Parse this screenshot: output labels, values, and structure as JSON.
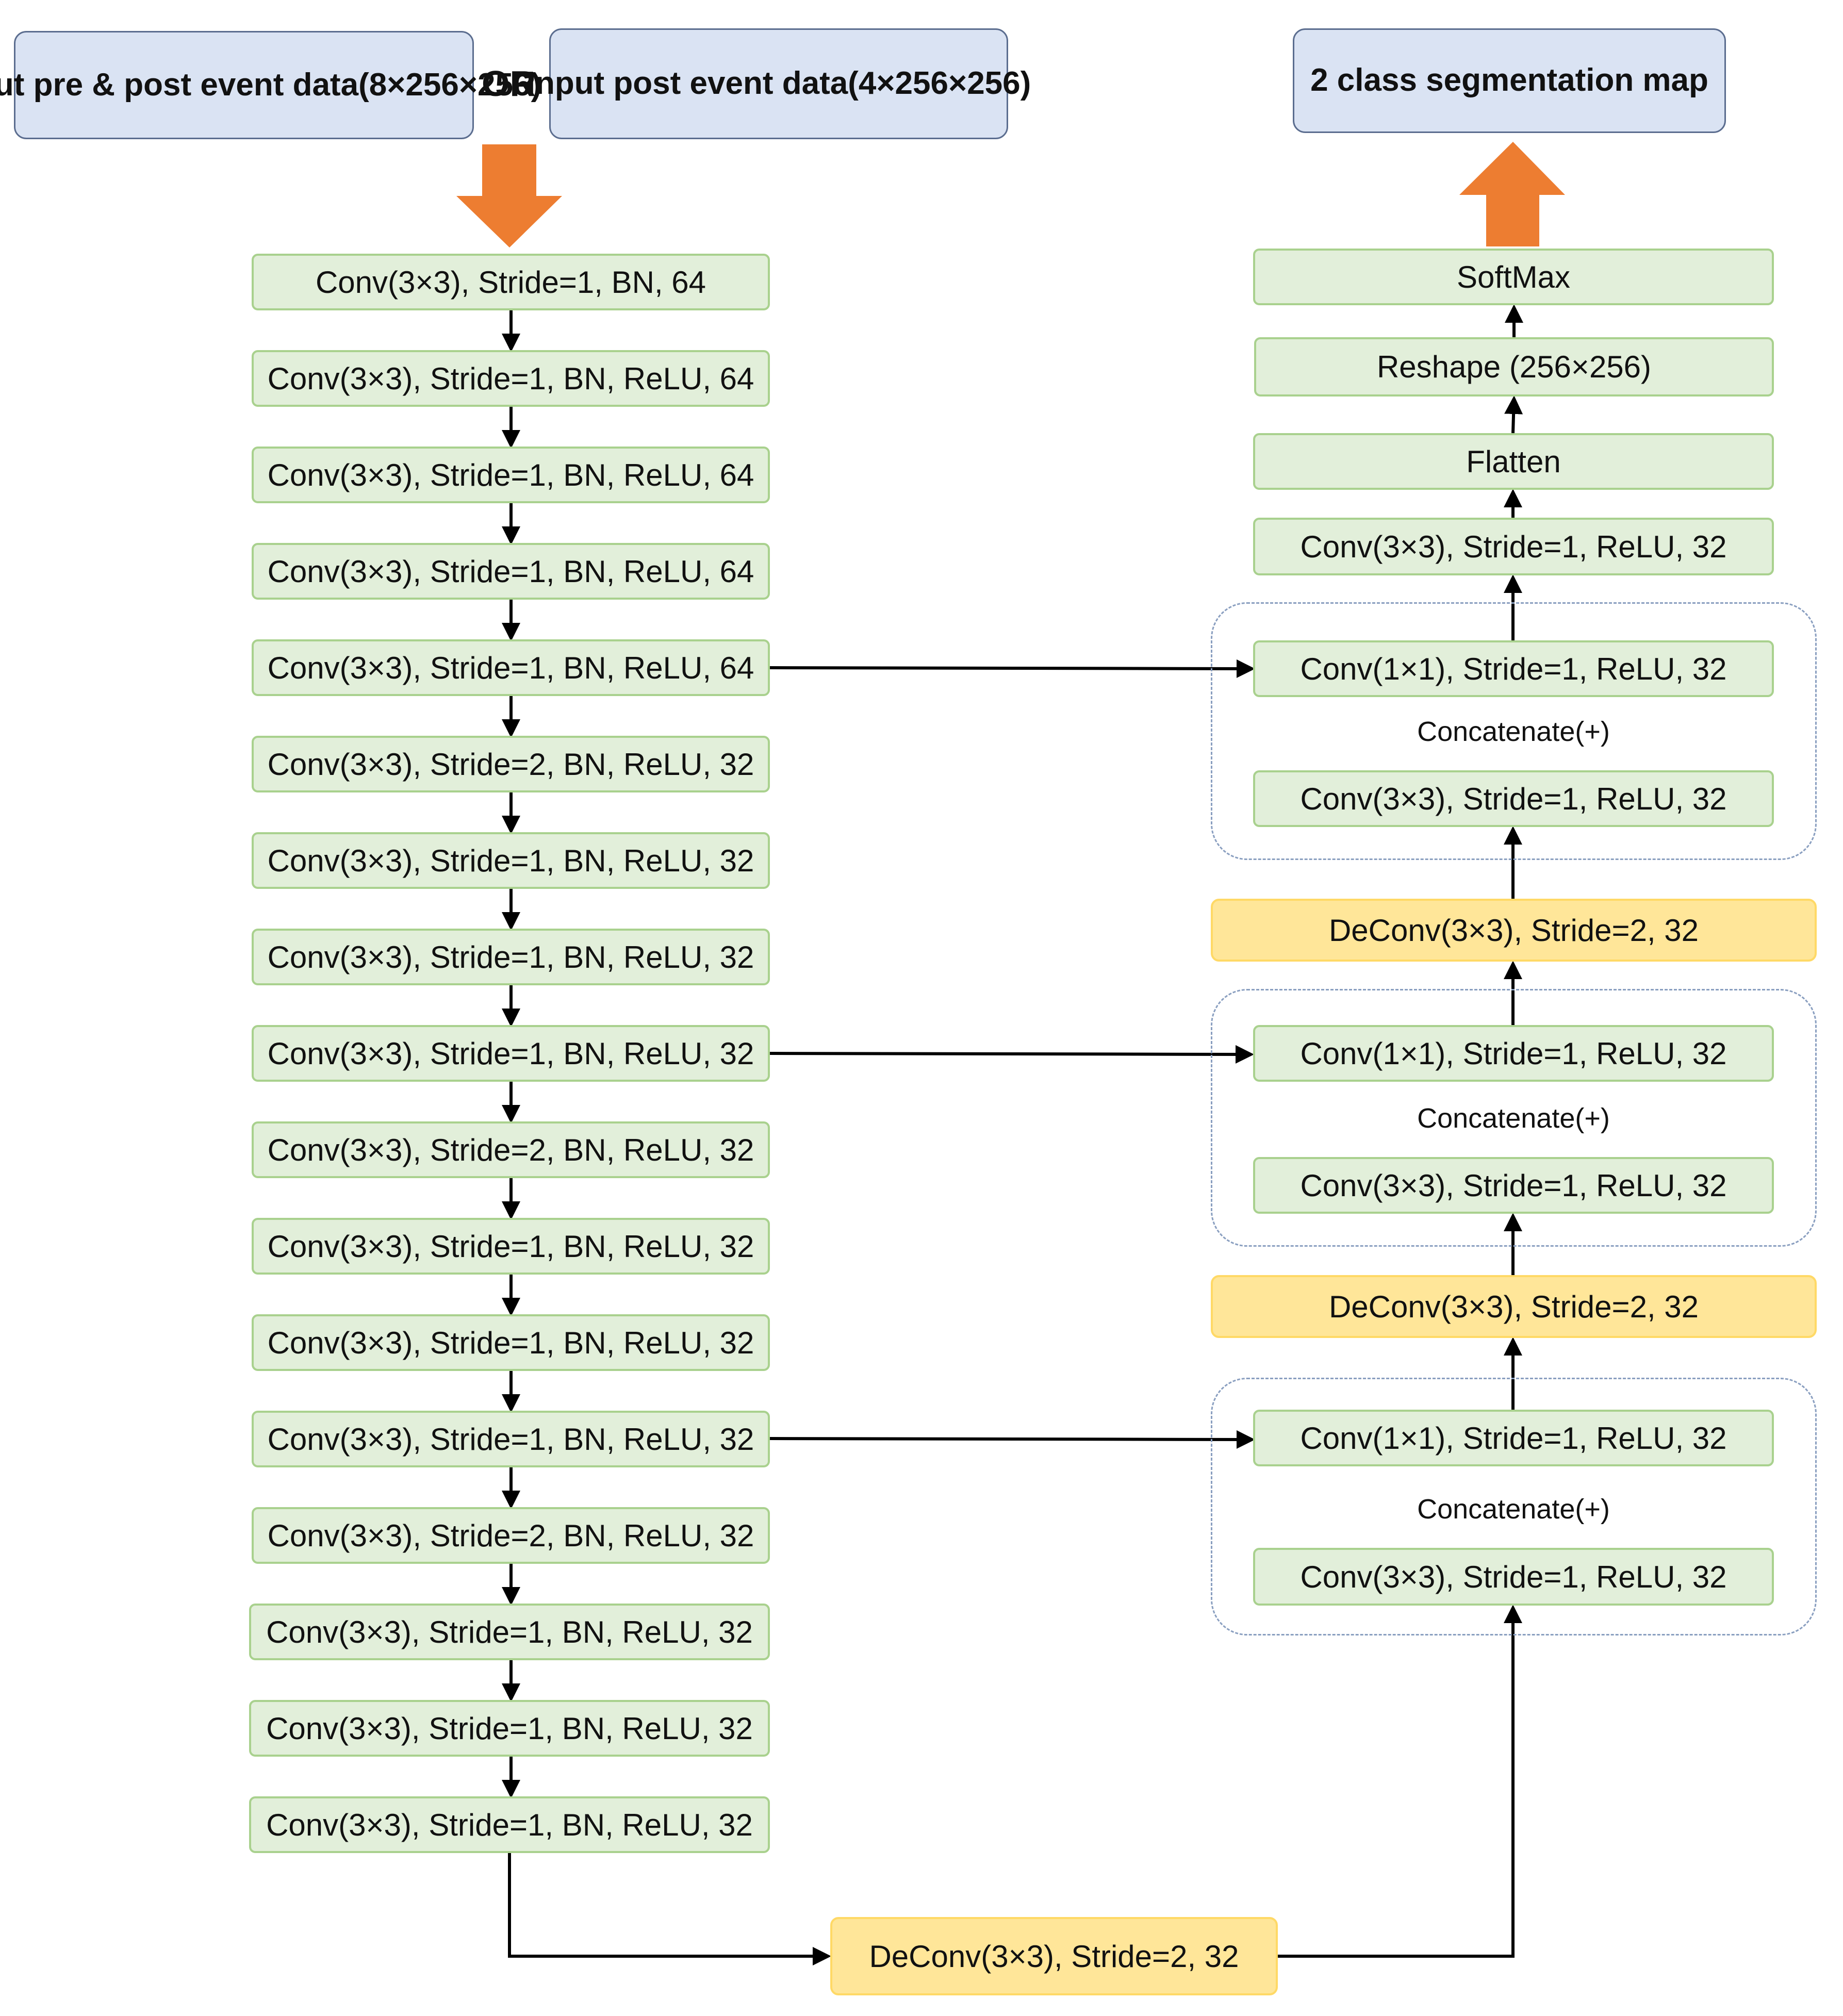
{
  "inputs": {
    "pre_post": [
      "Input pre & post event data",
      "(8×256×256)"
    ],
    "or": "OR",
    "post": [
      "Input post event data",
      "(4×256×256)"
    ]
  },
  "output": "2 class segmentation map",
  "encoder": [
    "Conv(3×3), Stride=1, BN, 64",
    "Conv(3×3), Stride=1, BN, ReLU, 64",
    "Conv(3×3), Stride=1, BN, ReLU, 64",
    "Conv(3×3), Stride=1, BN, ReLU, 64",
    "Conv(3×3), Stride=1, BN, ReLU, 64",
    "Conv(3×3), Stride=2, BN, ReLU, 32",
    "Conv(3×3), Stride=1, BN, ReLU, 32",
    "Conv(3×3), Stride=1, BN, ReLU, 32",
    "Conv(3×3), Stride=1, BN, ReLU, 32",
    "Conv(3×3), Stride=2, BN, ReLU, 32",
    "Conv(3×3), Stride=1, BN, ReLU, 32",
    "Conv(3×3), Stride=1, BN, ReLU, 32",
    "Conv(3×3), Stride=1, BN, ReLU, 32",
    "Conv(3×3), Stride=2, BN, ReLU, 32",
    "Conv(3×3), Stride=1, BN, ReLU, 32",
    "Conv(3×3), Stride=1, BN, ReLU, 32",
    "Conv(3×3), Stride=1, BN, ReLU, 32"
  ],
  "bottom_deconv": "DeConv(3×3), Stride=2, 32",
  "decoder_head": {
    "softmax": "SoftMax",
    "reshape": "Reshape (256×256)",
    "flatten": "Flatten",
    "final_conv": "Conv(3×3), Stride=1, ReLU, 32"
  },
  "decoder_blocks": [
    {
      "conv1x1": "Conv(1×1), Stride=1, ReLU, 32",
      "concat": "Concatenate(+)",
      "conv3x3": "Conv(3×3), Stride=1, ReLU, 32"
    },
    {
      "conv1x1": "Conv(1×1), Stride=1, ReLU, 32",
      "concat": "Concatenate(+)",
      "conv3x3": "Conv(3×3), Stride=1, ReLU, 32"
    },
    {
      "conv1x1": "Conv(1×1), Stride=1, ReLU, 32",
      "concat": "Concatenate(+)",
      "conv3x3": "Conv(3×3), Stride=1, ReLU, 32"
    }
  ],
  "decoder_deconvs": [
    "DeConv(3×3), Stride=2, 32",
    "DeConv(3×3), Stride=2, 32"
  ],
  "colors": {
    "io_fill": "#dae3f3",
    "layer_fill": "#e2efda",
    "deconv_fill": "#ffe699",
    "arrow_orange": "#ed7d31"
  }
}
